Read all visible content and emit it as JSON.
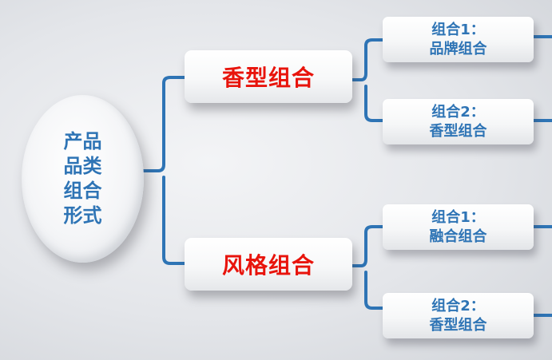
{
  "root": {
    "label": "产品品类组合形式"
  },
  "branches": [
    {
      "label": "香型组合",
      "children": [
        {
          "title": "组合1：",
          "name": "品牌组合"
        },
        {
          "title": "组合2：",
          "name": "香型组合"
        }
      ]
    },
    {
      "label": "风格组合",
      "children": [
        {
          "title": "组合1：",
          "name": "融合组合"
        },
        {
          "title": "组合2：",
          "name": "香型组合"
        }
      ]
    }
  ],
  "colors": {
    "connector": "#2e74b5",
    "root_text": "#2e74b5",
    "branch_text": "#e8140c",
    "leaf_text": "#2e74b5"
  }
}
